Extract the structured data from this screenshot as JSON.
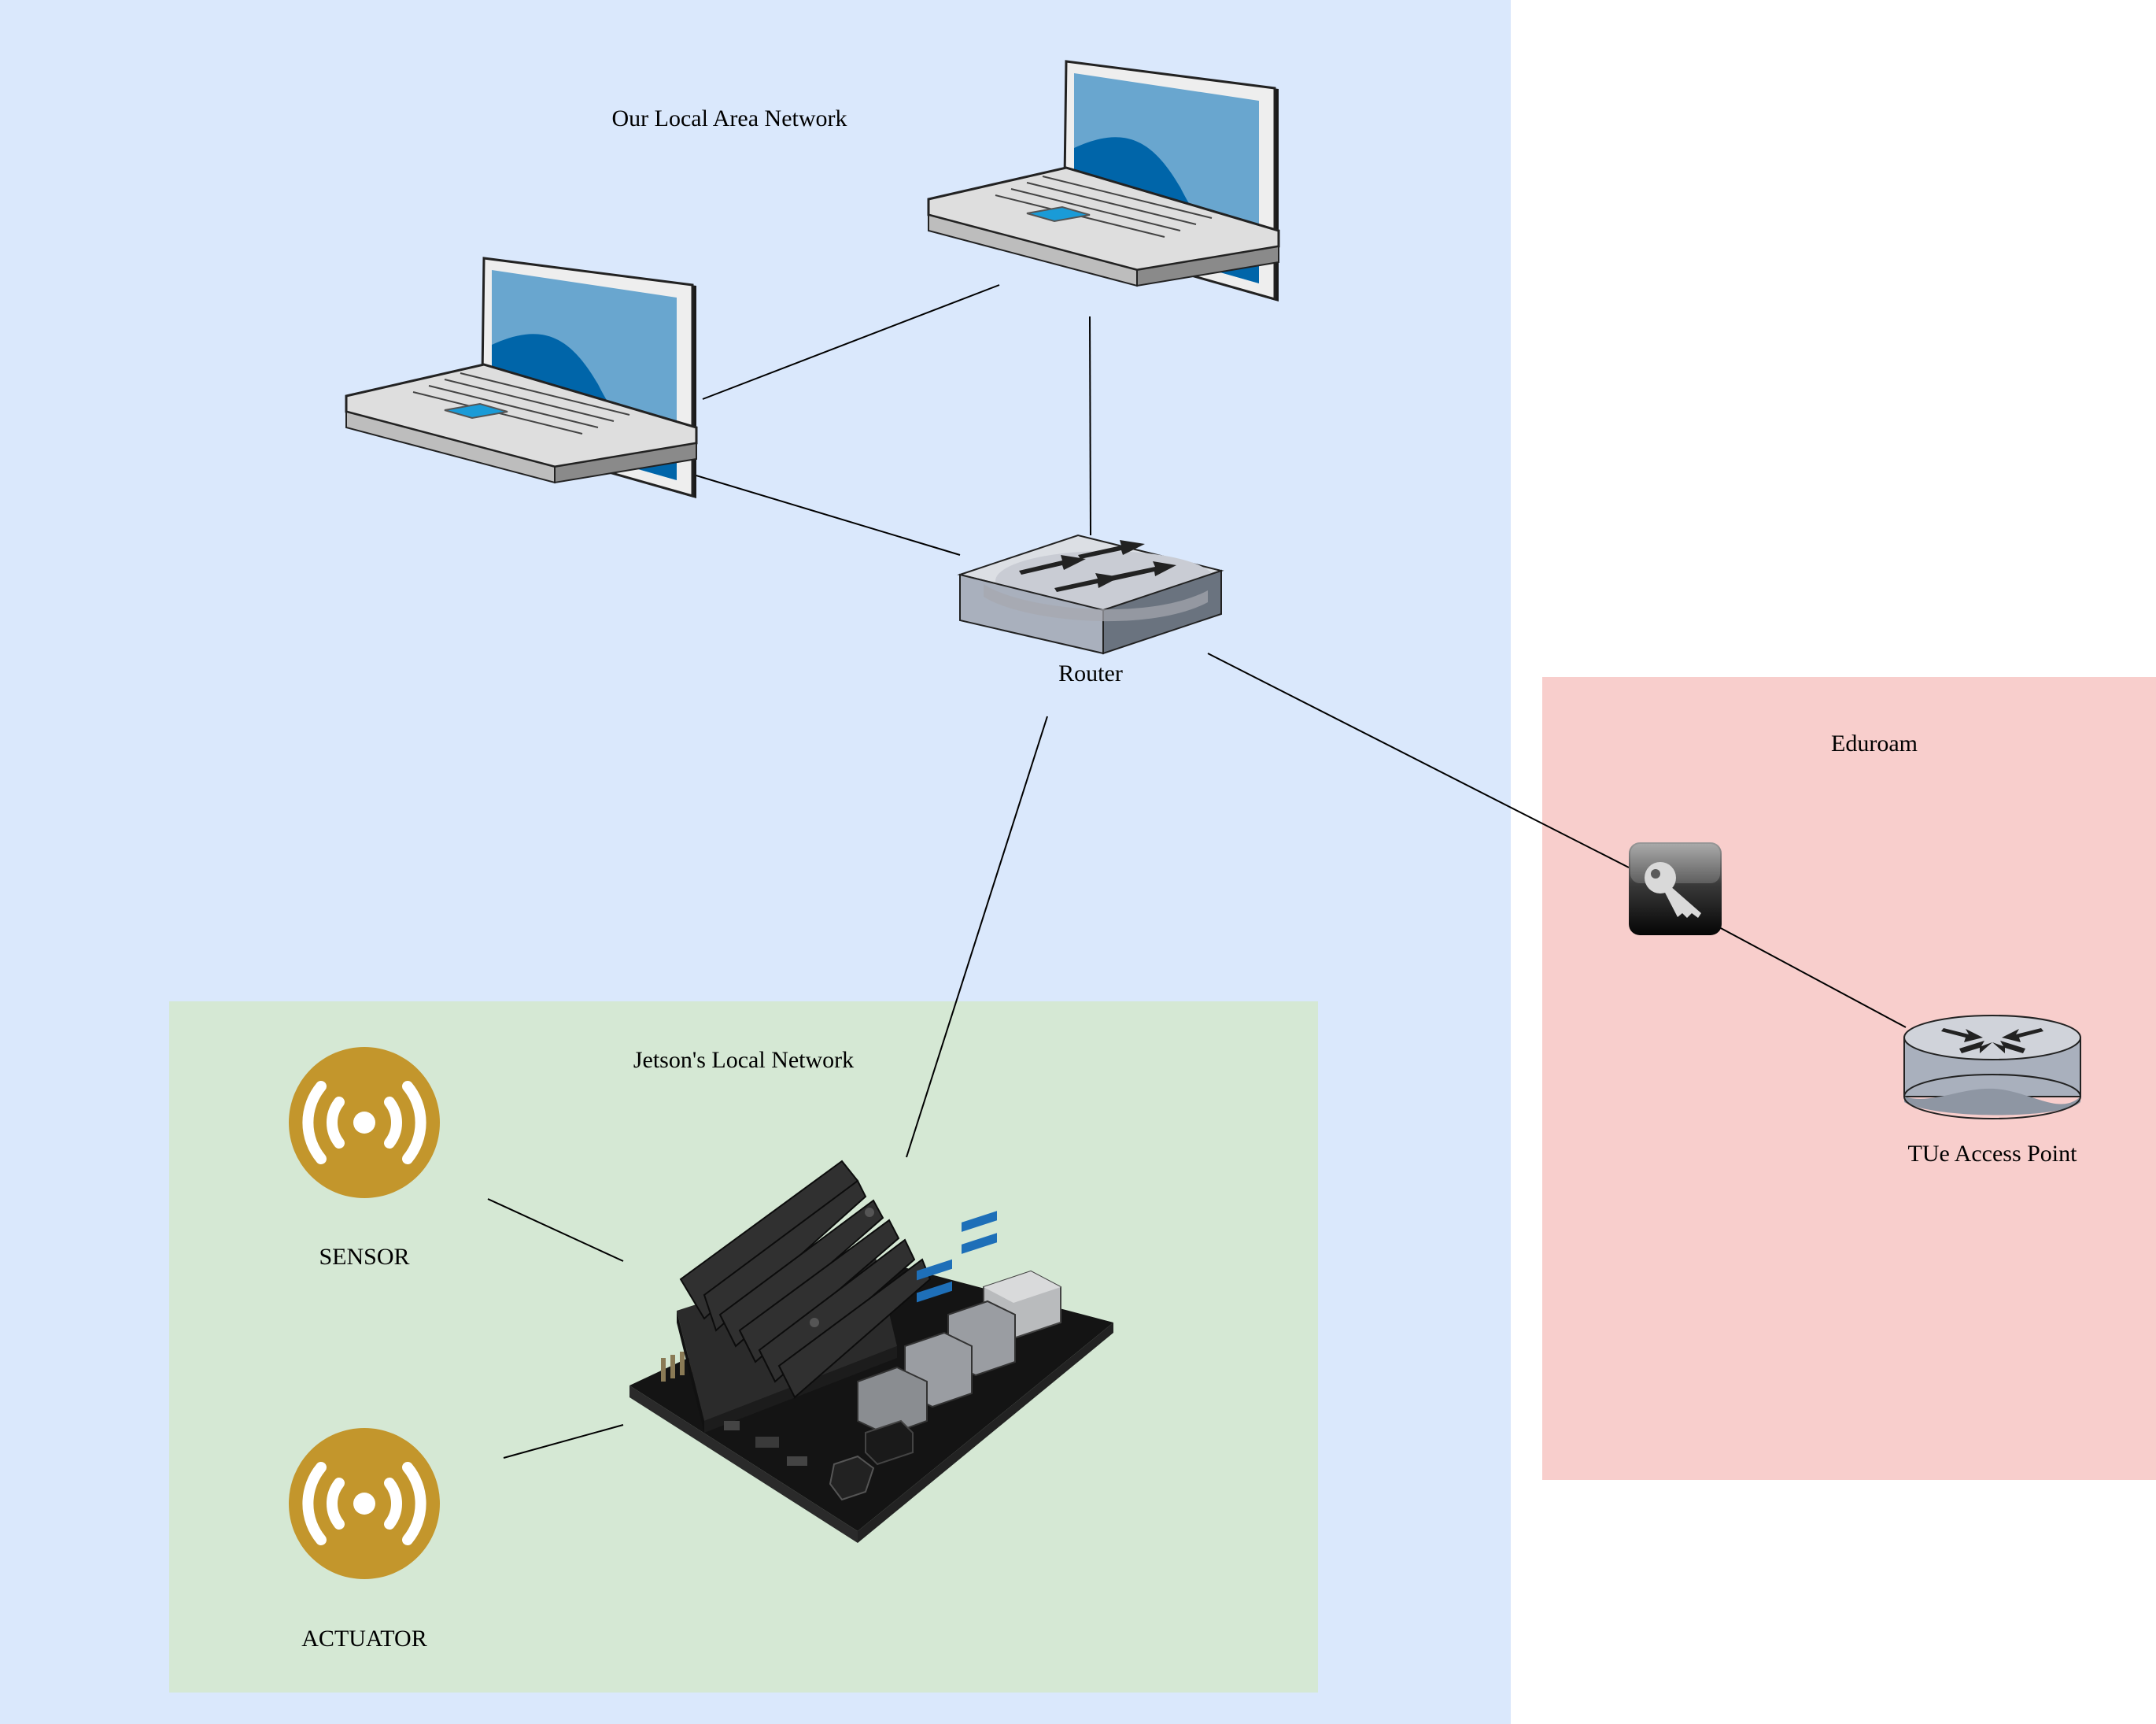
{
  "zones": {
    "lan": {
      "label": "Our Local Area Network",
      "fill": "#dae8fc"
    },
    "jetson_net": {
      "label": "Jetson's Local Network",
      "fill": "#d5e8d4"
    },
    "eduroam": {
      "label": "Eduroam",
      "fill": "#f8cecc"
    }
  },
  "nodes": {
    "laptop_left": {
      "icon": "laptop-icon"
    },
    "laptop_right": {
      "icon": "laptop-icon"
    },
    "router": {
      "icon": "switch-icon",
      "label": "Router"
    },
    "key": {
      "icon": "key-icon"
    },
    "access_point": {
      "icon": "router-icon",
      "label": "TUe Access Point"
    },
    "sensor": {
      "icon": "wireless-sensor-icon",
      "label": "SENSOR",
      "color": "#c3962c"
    },
    "actuator": {
      "icon": "wireless-sensor-icon",
      "label": "ACTUATOR",
      "color": "#c3962c"
    },
    "jetson": {
      "icon": "jetson-board-icon"
    }
  },
  "edges": [
    {
      "from": "laptop_left",
      "to": "laptop_right"
    },
    {
      "from": "laptop_left",
      "to": "router"
    },
    {
      "from": "laptop_right",
      "to": "router"
    },
    {
      "from": "router",
      "to": "jetson"
    },
    {
      "from": "router",
      "to": "key"
    },
    {
      "from": "key",
      "to": "access_point"
    },
    {
      "from": "sensor",
      "to": "jetson"
    },
    {
      "from": "actuator",
      "to": "jetson"
    }
  ]
}
